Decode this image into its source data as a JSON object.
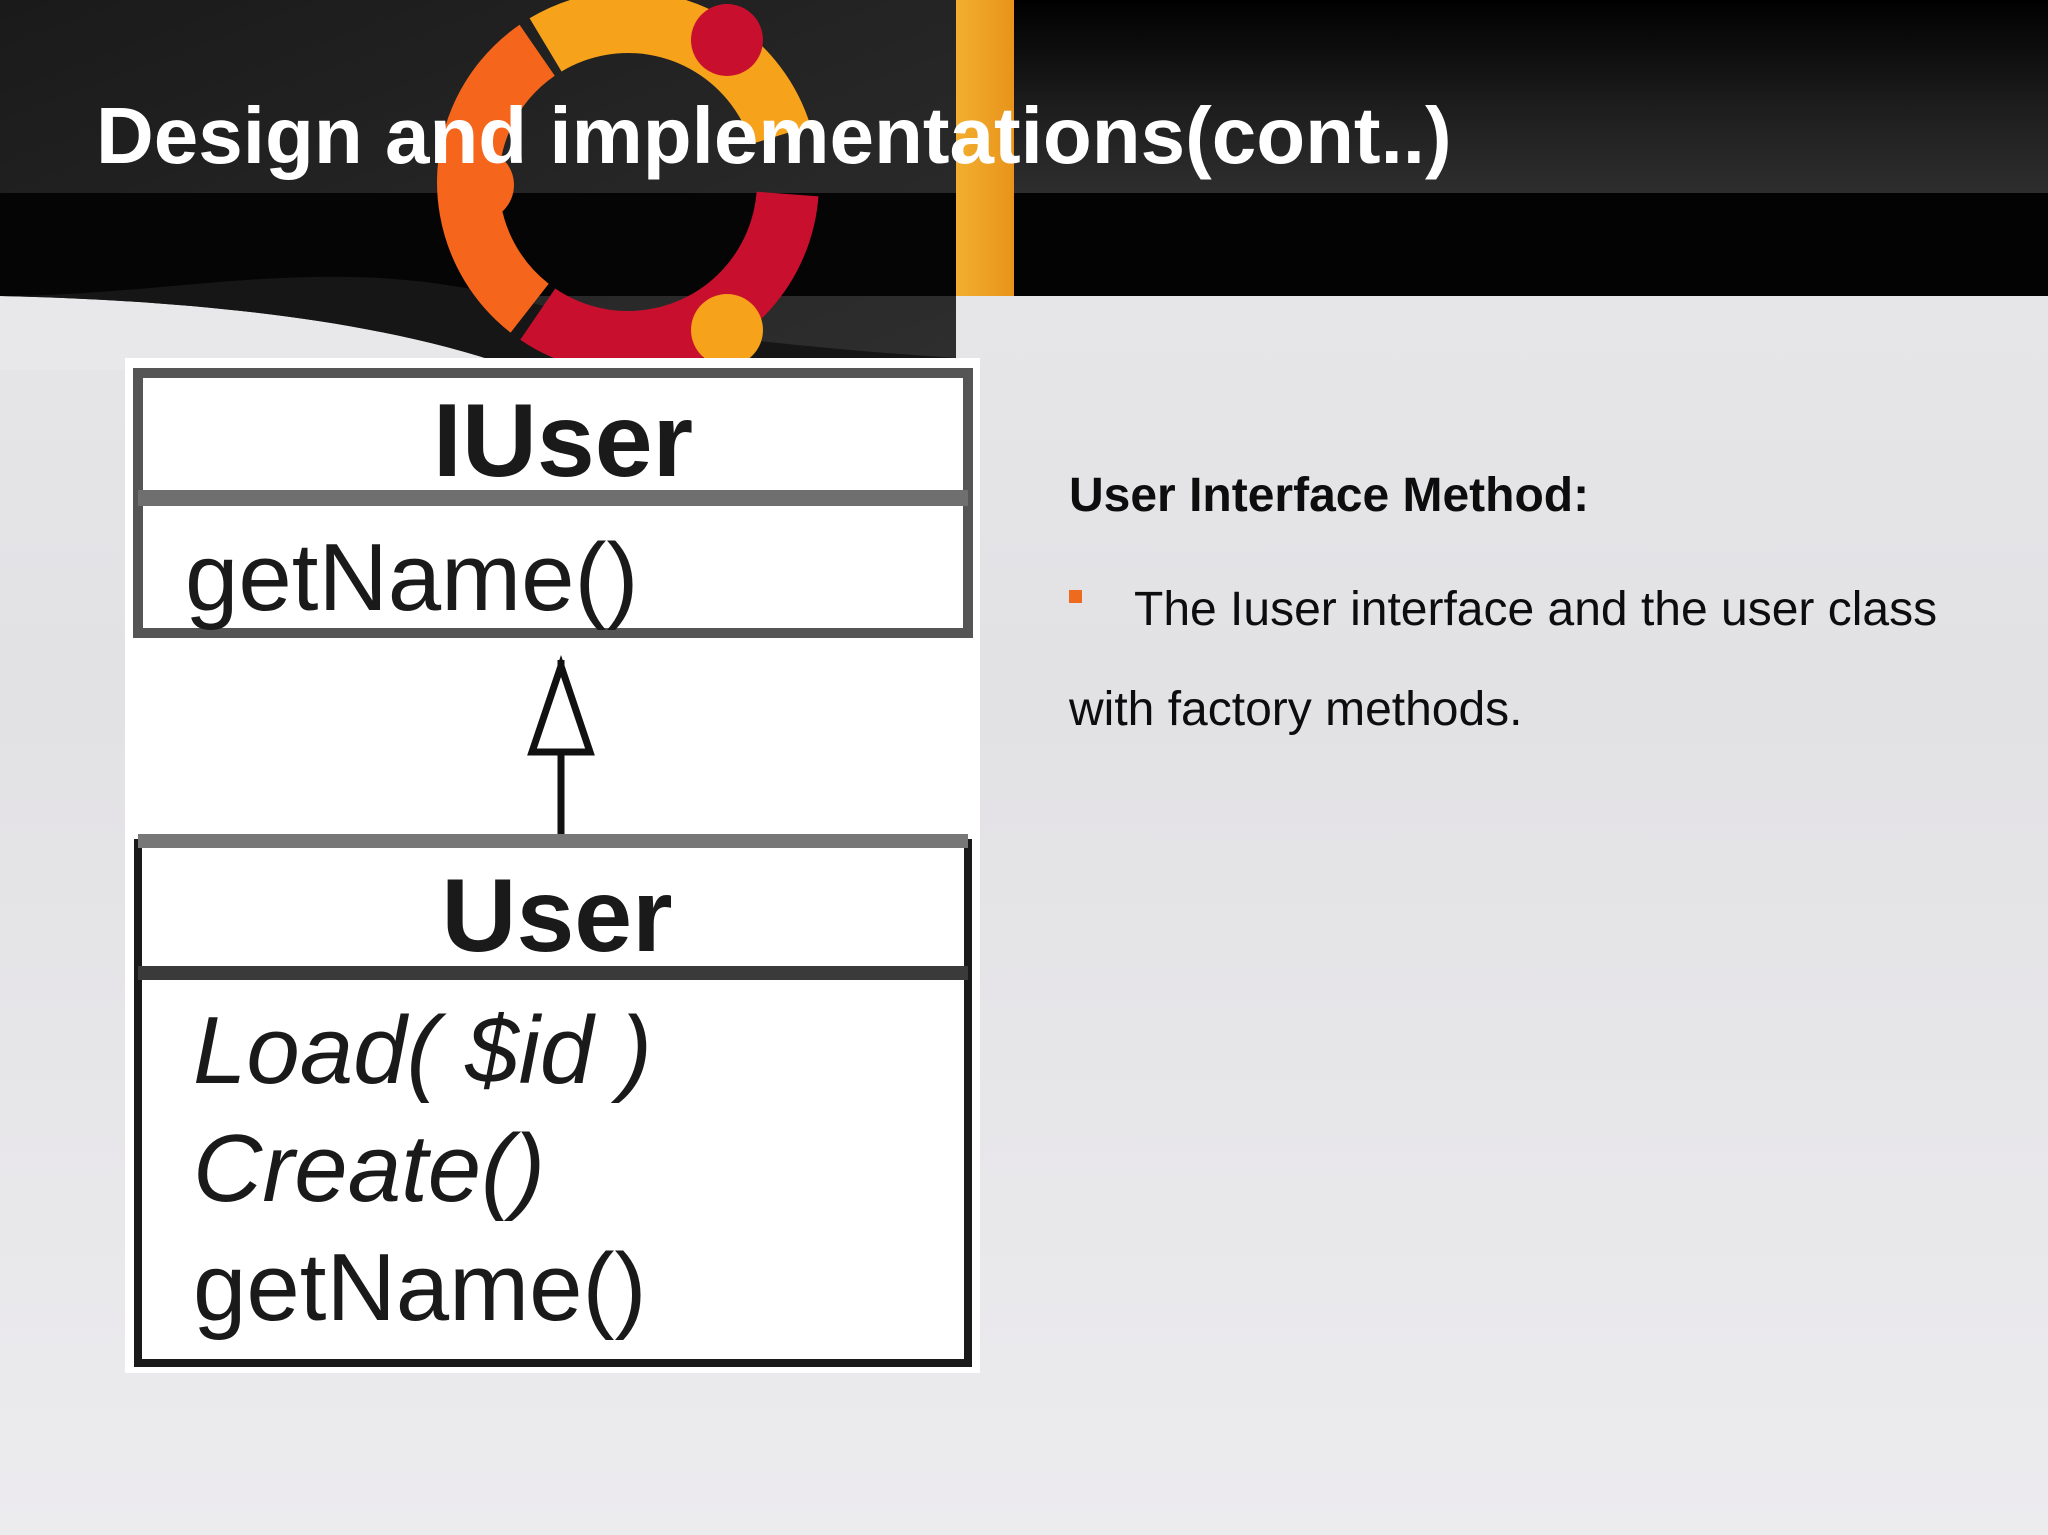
{
  "slide": {
    "title": "Design and implementations(cont..)"
  },
  "uml": {
    "interface": {
      "name": "IUser",
      "methods": [
        "getName()"
      ]
    },
    "class": {
      "name": "User",
      "methods": [
        "Load( $id )",
        "Create()",
        "getName()"
      ]
    },
    "relationship": "realization"
  },
  "content": {
    "heading": "User Interface Method:",
    "bullets": [
      "The Iuser interface and the user class with factory methods."
    ]
  },
  "colors": {
    "header_black": "#050505",
    "accent_orange": "#ee6a1e",
    "logo_red": "#c8102e",
    "logo_orange": "#f5651b",
    "logo_yellow": "#f6a21a"
  }
}
